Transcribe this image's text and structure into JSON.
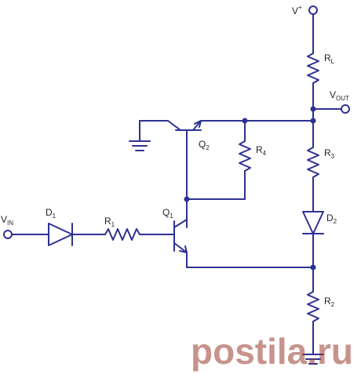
{
  "labels": {
    "vplus": {
      "main": "V",
      "sup": "+"
    },
    "rl": {
      "main": "R",
      "sub": "L"
    },
    "vout": {
      "main": "V",
      "sub": "OUT"
    },
    "r3": {
      "main": "R",
      "sub": "3"
    },
    "d2": {
      "main": "D",
      "sub": "2"
    },
    "r2": {
      "main": "R",
      "sub": "2"
    },
    "q2": {
      "main": "Q",
      "sub": "2"
    },
    "r4": {
      "main": "R",
      "sub": "4"
    },
    "q1": {
      "main": "Q",
      "sub": "1"
    },
    "vin": {
      "main": "V",
      "sub": "IN"
    },
    "d1": {
      "main": "D",
      "sub": "1"
    },
    "r1": {
      "main": "R",
      "sub": "1"
    }
  },
  "watermark": "postila.ru",
  "colors": {
    "wire": "#2e3192",
    "text": "#231f20",
    "watermark": "#9b3b2f"
  }
}
